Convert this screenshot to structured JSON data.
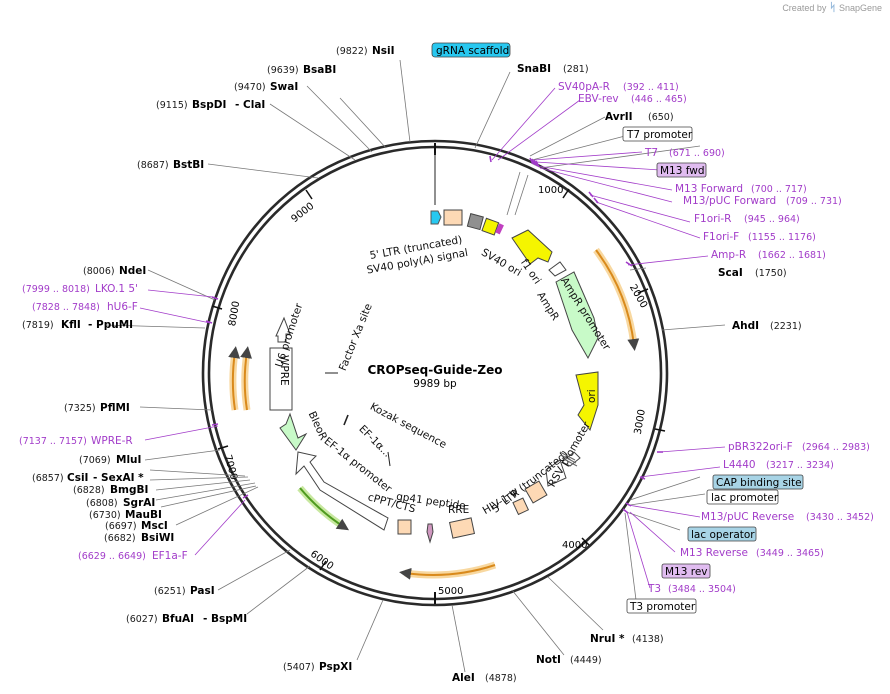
{
  "brand": {
    "created_by": "Created by",
    "product": "SnapGene"
  },
  "plasmid": {
    "name": "CROPseq-Guide-Zeo",
    "length": "9989 bp"
  },
  "ticks": [
    "1000",
    "2000",
    "3000",
    "4000",
    "5000",
    "6000",
    "7000",
    "8000",
    "9000"
  ],
  "enzymes": {
    "nsii": "NsiI",
    "nsii_pos": "(9822)",
    "snabi": "SnaBI",
    "snabi_pos": "(281)",
    "bsabi": "BsaBI",
    "bsabi_pos": "(9639)",
    "swai": "SwaI",
    "swai_pos": "(9470)",
    "bspdi": "BspDI",
    "clai": "- ClaI",
    "bspdi_pos": "(9115)",
    "avrii": "AvrII",
    "avrii_pos": "(650)",
    "bstbi": "BstBI",
    "bstbi_pos": "(8687)",
    "ndei": "NdeI",
    "ndei_pos": "(8006)",
    "kfli": "KflI",
    "ppumi": "- PpuMI",
    "kfli_pos": "(7819)",
    "scai": "ScaI",
    "scai_pos": "(1750)",
    "ahdi": "AhdI",
    "ahdi_pos": "(2231)",
    "pflmi": "PflMI",
    "pflmi_pos": "(7325)",
    "mlui": "MluI",
    "mlui_pos": "(7069)",
    "csii": "CsiI",
    "sexai": "- SexAI *",
    "csii_pos": "(6857)",
    "bmgbi": "BmgBI",
    "bmgbi_pos": "(6828)",
    "sgrai": "SgrAI",
    "sgrai_pos": "(6808)",
    "maubi": "MauBI",
    "maubi_pos": "(6730)",
    "msci": "MscI",
    "msci_pos": "(6697)",
    "bsiwi": "BsiWI",
    "bsiwi_pos": "(6682)",
    "pasi": "PasI",
    "pasi_pos": "(6251)",
    "bfuai": "BfuAI",
    "bspmi": "- BspMI",
    "bfuai_pos": "(6027)",
    "pspxi": "PspXI",
    "pspxi_pos": "(5407)",
    "alei": "AleI",
    "alei_pos": "(4878)",
    "noti": "NotI",
    "noti_pos": "(4449)",
    "nrui": "NruI *",
    "nrui_pos": "(4138)"
  },
  "features": {
    "grna_scaffold": "gRNA scaffold",
    "sv40pa_r": "SV40pA-R",
    "sv40pa_r_pos": "(392 .. 411)",
    "ebv_rev": "EBV-rev",
    "ebv_rev_pos": "(446 .. 465)",
    "t7_promoter_top": "T7 promoter",
    "t7": "T7",
    "t7_pos": "(671 .. 690)",
    "m13_fwd": "M13 fwd",
    "m13_forward": "M13 Forward",
    "m13_forward_pos": "(700 .. 717)",
    "m13_puc_forward": "M13/pUC Forward",
    "m13_puc_forward_pos": "(709 .. 731)",
    "f1ori_r": "F1ori-R",
    "f1ori_r_pos": "(945 .. 964)",
    "f1ori_f": "F1ori-F",
    "f1ori_f_pos": "(1155 .. 1176)",
    "amp_r": "Amp-R",
    "amp_r_pos": "(1662 .. 1681)",
    "lko1_5": "LKO.1 5'",
    "lko1_5_pos": "(7999 .. 8018)",
    "hu6_f": "hU6-F",
    "hu6_f_pos": "(7828 .. 7848)",
    "wpre_r": "WPRE-R",
    "wpre_r_pos": "(7137 .. 7157)",
    "ef1a_f": "EF1a-F",
    "ef1a_f_pos": "(6629 .. 6649)",
    "pbr322ori_f": "pBR322ori-F",
    "pbr322ori_f_pos": "(2964 .. 2983)",
    "l4440": "L4440",
    "l4440_pos": "(3217 .. 3234)",
    "cap_binding_site": "CAP binding site",
    "lac_promoter": "lac promoter",
    "m13_puc_reverse": "M13/pUC Reverse",
    "m13_puc_reverse_pos": "(3430 .. 3452)",
    "lac_operator": "lac operator",
    "m13_reverse": "M13 Reverse",
    "m13_reverse_pos": "(3449 .. 3465)",
    "m13_rev": "M13 rev",
    "t3": "T3",
    "t3_pos": "(3484 .. 3504)",
    "t3_promoter": "T3 promoter"
  },
  "inner_labels": {
    "ltr5_trunc_top": "5' LTR (truncated)",
    "sv40_polya_signal": "SV40 poly(A) signal",
    "sv40_ori": "SV40 ori",
    "f1_ori": "f1 ori",
    "ampr": "AmpR",
    "ampr_promoter": "AmpR promoter",
    "ori": "ori",
    "rsv_promoter": "RSV promoter",
    "ltr5_trunc_bottom": "5' LTR (truncated)",
    "hiv1_psi": "HIV-1 Ψ",
    "rre": "RRE",
    "gp41_peptide": "gp41 peptide",
    "cppt_cts": "cPPT/CTS",
    "ef1a_promoter": "EF-1α promoter",
    "kozak_sequence": "Kozak sequence",
    "ef1a_short": "EF-1α...",
    "bleor": "BleoR",
    "wpre": "WPRE",
    "u6_promoter": "U6 promoter",
    "factor_xa_site": "Factor Xa site"
  },
  "colors": {
    "backbone": "#2a2a2a",
    "primer": "#a23cc9",
    "orf_arrow": "#c8fac8",
    "ori_yellow": "#f5f500",
    "ltr_peach": "#fdd9b5",
    "grna_cyan": "#28c8f0",
    "box_blue": "#a8d4e6",
    "box_purple": "#e0bcf0",
    "orange_arc": "#d98a1c",
    "green_arc": "#4e9a1e"
  }
}
